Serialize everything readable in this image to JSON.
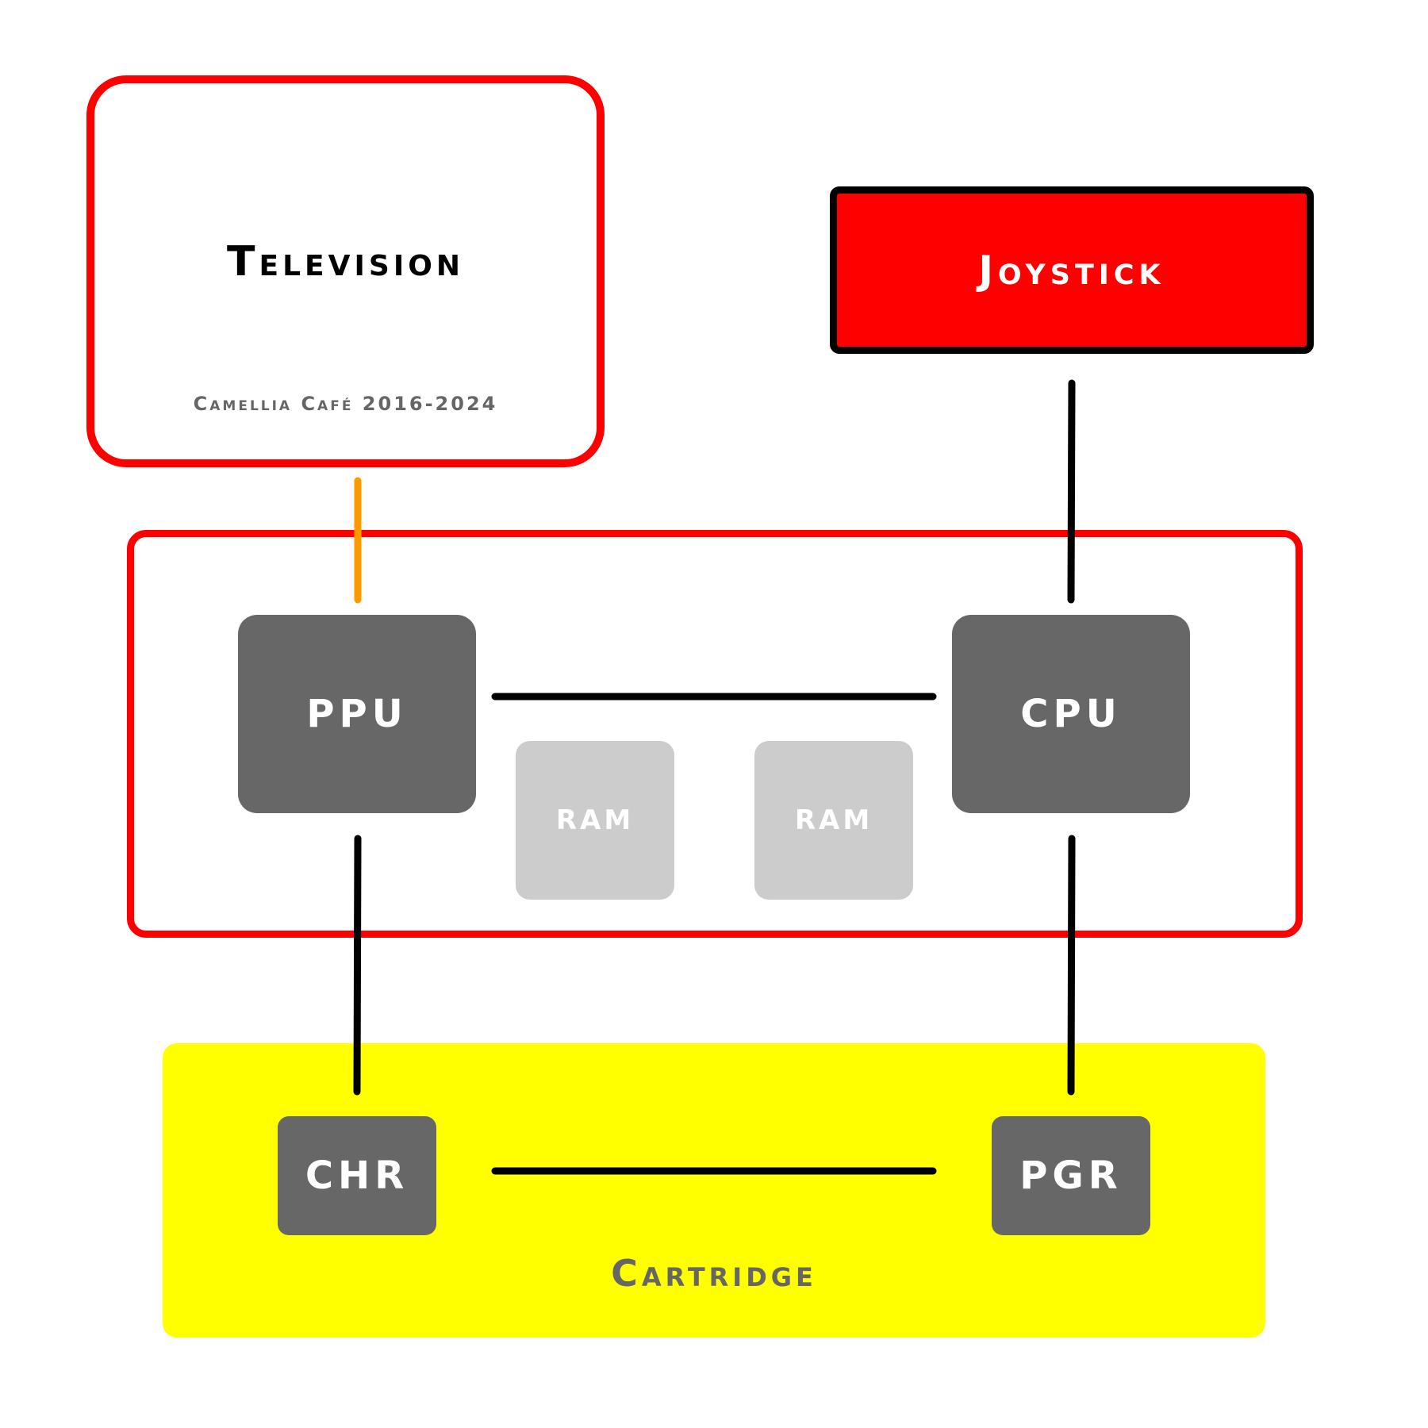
{
  "television": {
    "title": "Television",
    "subtitle": "Camellia Café 2016-2024"
  },
  "joystick": {
    "title": "Joystick"
  },
  "console": {
    "chips": {
      "ppu": "PPU",
      "cpu": "CPU"
    },
    "ram": [
      "RAM",
      "RAM"
    ]
  },
  "cartridge": {
    "title": "Cartridge",
    "chips": {
      "chr": "CHR",
      "pgr": "PGR"
    }
  },
  "colors": {
    "tv_border": "#ff0000",
    "joystick_fill": "#ff0000",
    "joystick_border": "#000000",
    "console_border": "#ff0000",
    "chip_fill": "#676767",
    "ram_fill": "#cccccc",
    "cartridge_fill": "#ffff00",
    "video_wire": "#ff9900",
    "bus_wire": "#000000"
  },
  "connections": [
    {
      "from": "television",
      "to": "ppu",
      "type": "video"
    },
    {
      "from": "joystick",
      "to": "cpu",
      "type": "bus"
    },
    {
      "from": "ppu",
      "to": "cpu",
      "type": "bus"
    },
    {
      "from": "ppu",
      "to": "chr",
      "type": "bus"
    },
    {
      "from": "cpu",
      "to": "pgr",
      "type": "bus"
    },
    {
      "from": "chr",
      "to": "pgr",
      "type": "bus"
    }
  ]
}
